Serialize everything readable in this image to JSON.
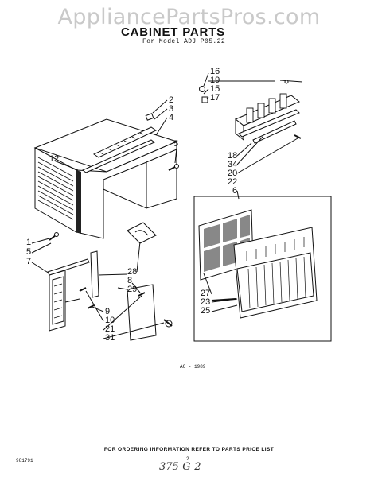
{
  "watermark": "AppliancePartsPros.com",
  "title": "CABINET PARTS",
  "subtitle": "For Model ADJ P05.22",
  "callouts": {
    "c2": "2",
    "c3": "3",
    "c4": "4",
    "c5a": "5",
    "c12": "12",
    "c1": "1",
    "c5b": "5",
    "c7": "7",
    "c16": "16",
    "c19": "19",
    "c15": "15",
    "c17": "17",
    "c18": "18",
    "c34": "34",
    "c20": "20",
    "c22": "22",
    "c6": "6",
    "c28": "28",
    "c8": "8",
    "c29": "29",
    "c9": "9",
    "c10": "10",
    "c21": "21",
    "c31": "31",
    "c27": "27",
    "c23": "23",
    "c25": "25"
  },
  "figure_code": "AC - 1989",
  "page_code": "981791",
  "page_number": "2",
  "ordering_note": "FOR ORDERING INFORMATION REFER TO PARTS PRICE LIST",
  "handwritten_note": "375-G-2"
}
